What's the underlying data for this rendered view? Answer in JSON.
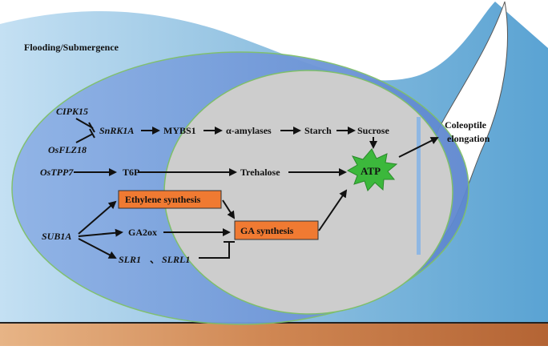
{
  "title": "Flooding/Submergence",
  "outcome": "Coleoptile elongation",
  "outcome_lines": [
    "Coleoptile",
    "elongation"
  ],
  "nodes": {
    "cipk15": "CIPK15",
    "snrk1a": "SnRK1A",
    "osflz18": "OsFLZ18",
    "mybs1": "MYBS1",
    "amylases": "α-amylases",
    "starch": "Starch",
    "sucrose": "Sucrose",
    "ostpp7": "OsTPP7",
    "t6p": "T6P",
    "trehalose": "Trehalose",
    "atp": "ATP",
    "ethylene": "Ethylene synthesis",
    "sub1a": "SUB1A",
    "ga2ox": "GA2ox",
    "slr1": "SLR1",
    "separator": "、",
    "slrl1": "SLRL1",
    "ga_synthesis": "GA synthesis"
  },
  "colors": {
    "outer_bg": "#8ebfe0",
    "inner_ellipse": "#6f98d9",
    "core_ellipse": "#cfcfcf",
    "box_fill": "#f07a32",
    "atp_burst": "#3cb83c",
    "soil": "#c97a45"
  }
}
